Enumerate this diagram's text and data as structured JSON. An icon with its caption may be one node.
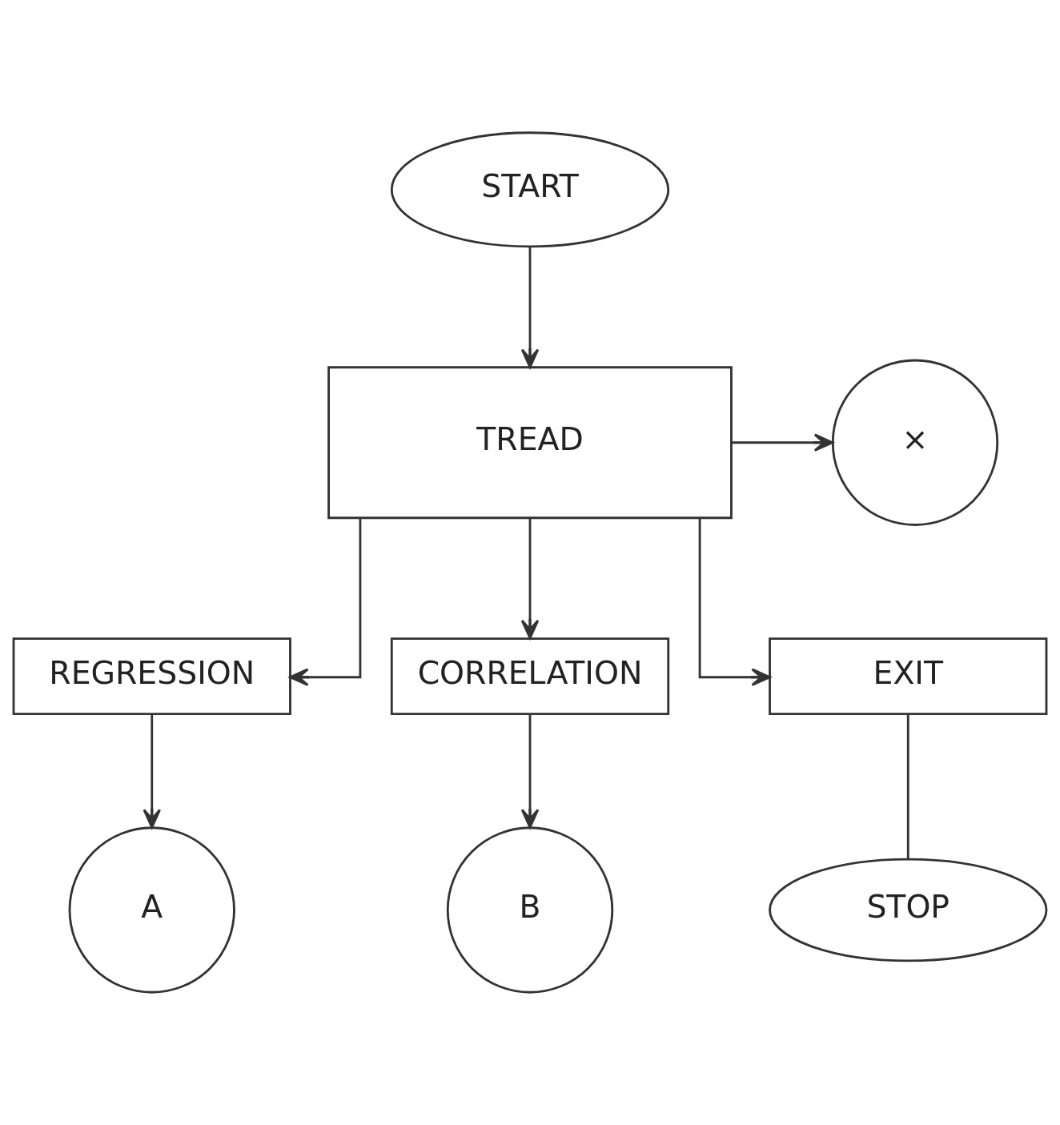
{
  "diagram": {
    "nodes": [
      {
        "text": [
          "START"
        ]
      },
      {
        "text": [
          "TREAD"
        ]
      },
      {
        "text": [
          "×"
        ]
      },
      {
        "text": [
          "REGRESSION"
        ]
      },
      {
        "text": [
          "CORRELATION"
        ]
      },
      {
        "text": [
          "EXIT"
        ]
      },
      {
        "text": [
          "A"
        ]
      },
      {
        "text": [
          "B"
        ]
      },
      {
        "text": [
          "STOP"
        ]
      }
    ],
    "edges": [
      {
        "from": 0,
        "to": 1,
        "arrow": "to"
      },
      {
        "from": 1,
        "to": 2,
        "arrow": "to"
      },
      {
        "from": 1,
        "to": 3,
        "arrow": "to"
      },
      {
        "from": 1,
        "to": 4,
        "arrow": "to"
      },
      {
        "from": 1,
        "to": 5,
        "arrow": "to"
      },
      {
        "from": 3,
        "to": 6,
        "arrow": "to"
      },
      {
        "from": 4,
        "to": 7,
        "arrow": "to"
      },
      {
        "from": 5,
        "to": 8,
        "arrow": "none"
      }
    ]
  }
}
